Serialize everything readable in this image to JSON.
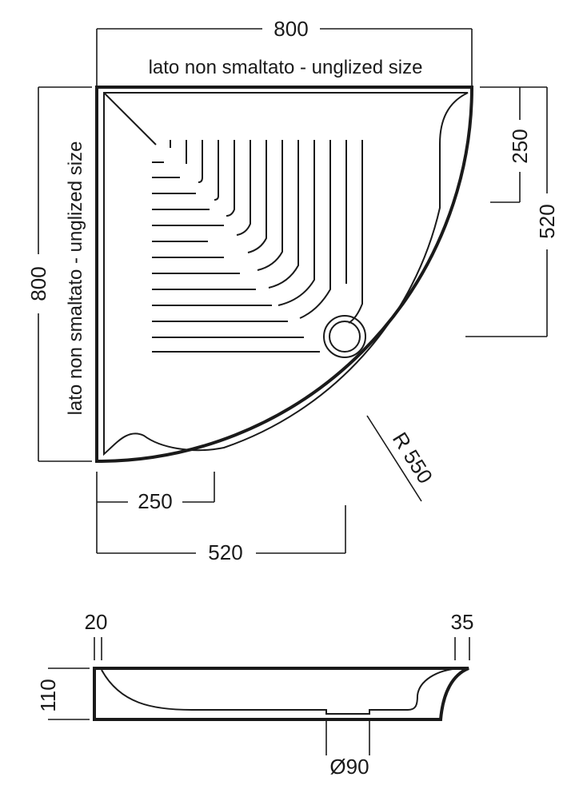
{
  "top_view": {
    "width_label": "800",
    "top_note": "lato non smaltato - unglized size",
    "side_note": "lato non smaltato - unglized size",
    "height_label": "800",
    "right_short_label": "250",
    "right_long_label": "520",
    "bottom_short_label": "250",
    "bottom_long_label": "520",
    "radius_label": "R 550"
  },
  "section_view": {
    "left_rim_label": "20",
    "right_rim_label": "35",
    "height_label": "110",
    "drain_label": "Ø90"
  }
}
